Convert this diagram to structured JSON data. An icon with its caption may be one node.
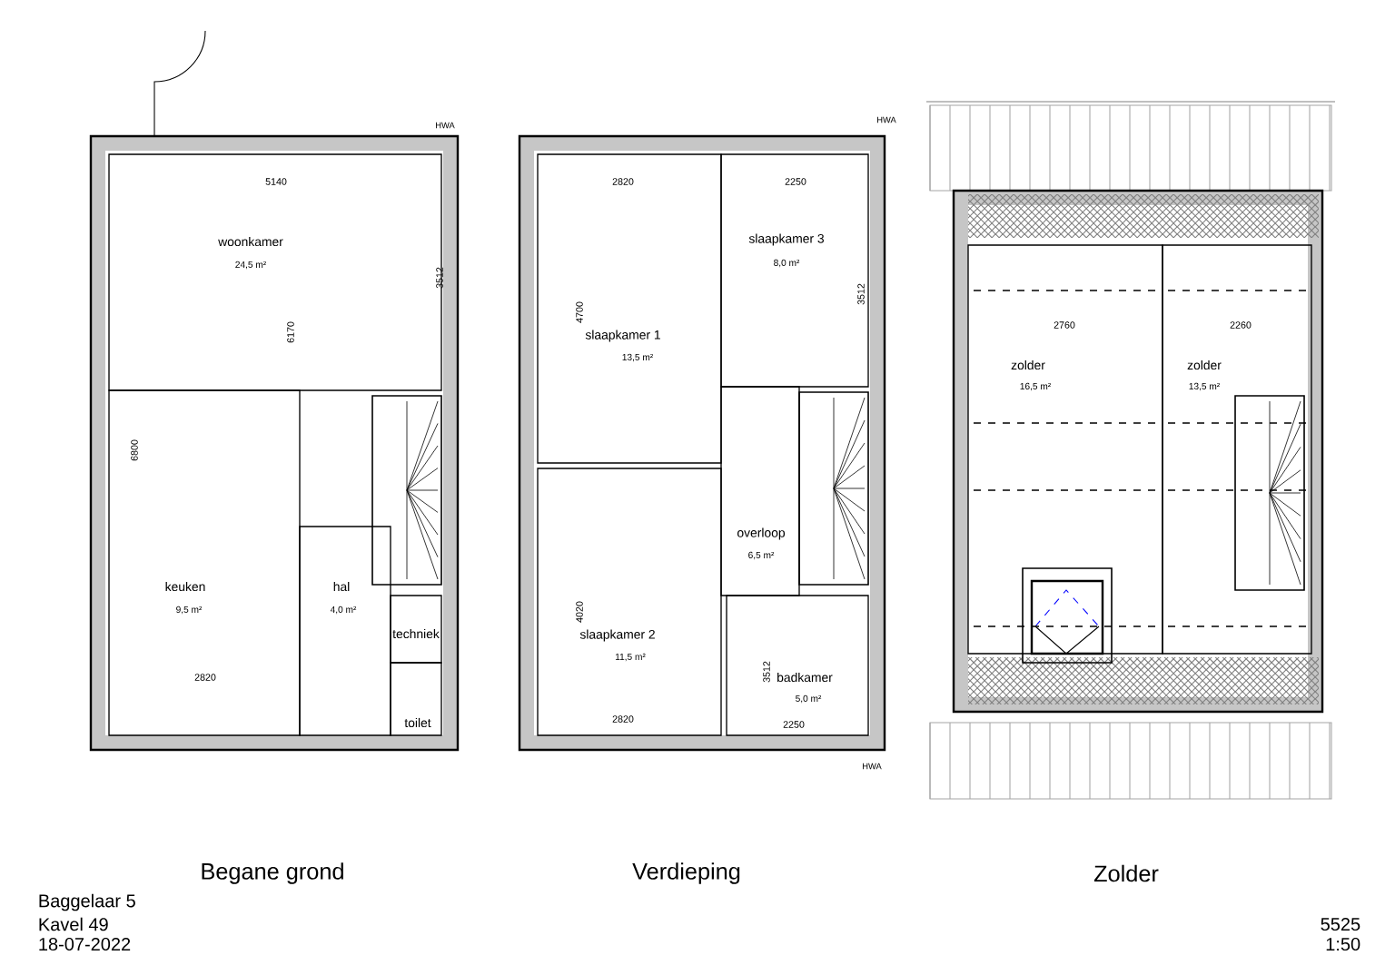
{
  "diagram": {
    "nodes": [
      {
        "text": [],
        "shape": "box"
      },
      {
        "text": [
          "woonkamer",
          "24,5 m²"
        ],
        "in": 0
      },
      {
        "text": [
          "keuken",
          "9,5 m²"
        ],
        "in": 0
      },
      {
        "text": [
          "hal",
          "4,0 m²"
        ],
        "in": 0
      },
      {
        "text": [
          "techniek"
        ],
        "in": 0
      },
      {
        "text": [
          "toilet"
        ],
        "in": 0
      },
      {
        "text": [],
        "shape": "box"
      },
      {
        "text": [
          "slaapkamer 1",
          "13,5 m²"
        ],
        "in": 6
      },
      {
        "text": [
          "slaapkamer 3",
          "8,0 m²"
        ],
        "in": 6
      },
      {
        "text": [
          "overloop",
          "6,5 m²"
        ],
        "in": 6
      },
      {
        "text": [
          "slaapkamer 2",
          "11,5 m²"
        ],
        "in": 6
      },
      {
        "text": [
          "badkamer",
          "5,0 m²"
        ],
        "in": 6
      },
      {
        "text": [],
        "shape": "box"
      },
      {
        "text": [
          "zolder",
          "16,5 m²"
        ],
        "in": 12
      },
      {
        "text": [
          "zolder",
          "13,5 m²"
        ],
        "in": 12
      }
    ],
    "edges": [],
    "labels": [
      "HWA",
      "5140",
      "3512",
      "6170",
      "6800",
      "2820",
      "HWA",
      "2820",
      "2250",
      "4700",
      "3512",
      "4020",
      "3512",
      "2820",
      "2250",
      "HWA",
      "2760",
      "2260",
      "Begane grond",
      "Verdieping",
      "Zolder",
      "Baggelaar 5",
      "Kavel 49",
      "18-07-2022",
      "5525",
      "1:50"
    ]
  }
}
